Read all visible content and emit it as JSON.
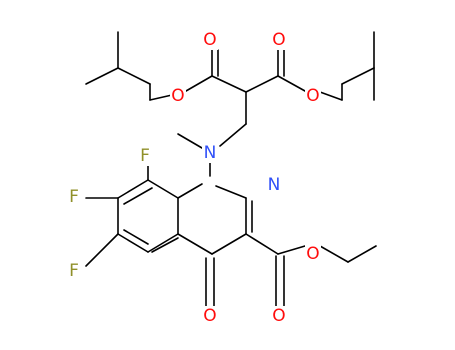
{
  "molecule": {
    "atoms": [
      {
        "id": "o_carbonyl_left",
        "label": "O",
        "color": "#ff0d0d"
      },
      {
        "id": "o_carbonyl_right",
        "label": "O",
        "color": "#ff0d0d"
      },
      {
        "id": "o_ester_left",
        "label": "O",
        "color": "#ff0d0d"
      },
      {
        "id": "o_ester_right",
        "label": "O",
        "color": "#ff0d0d"
      },
      {
        "id": "n_amine",
        "label": "N",
        "color": "#3050f8"
      },
      {
        "id": "n_ring",
        "label": "N",
        "color": "#3050f8"
      },
      {
        "id": "f_8",
        "label": "F",
        "color": "#90902a"
      },
      {
        "id": "f_7",
        "label": "F",
        "color": "#90902a"
      },
      {
        "id": "f_6",
        "label": "F",
        "color": "#90902a"
      },
      {
        "id": "o_ester_ethyl",
        "label": "O",
        "color": "#ff0d0d"
      },
      {
        "id": "o_ketone",
        "label": "O",
        "color": "#ff0d0d"
      },
      {
        "id": "o_carbonyl_ethyl",
        "label": "O",
        "color": "#ff0d0d"
      }
    ],
    "bond_color": "#000000"
  }
}
